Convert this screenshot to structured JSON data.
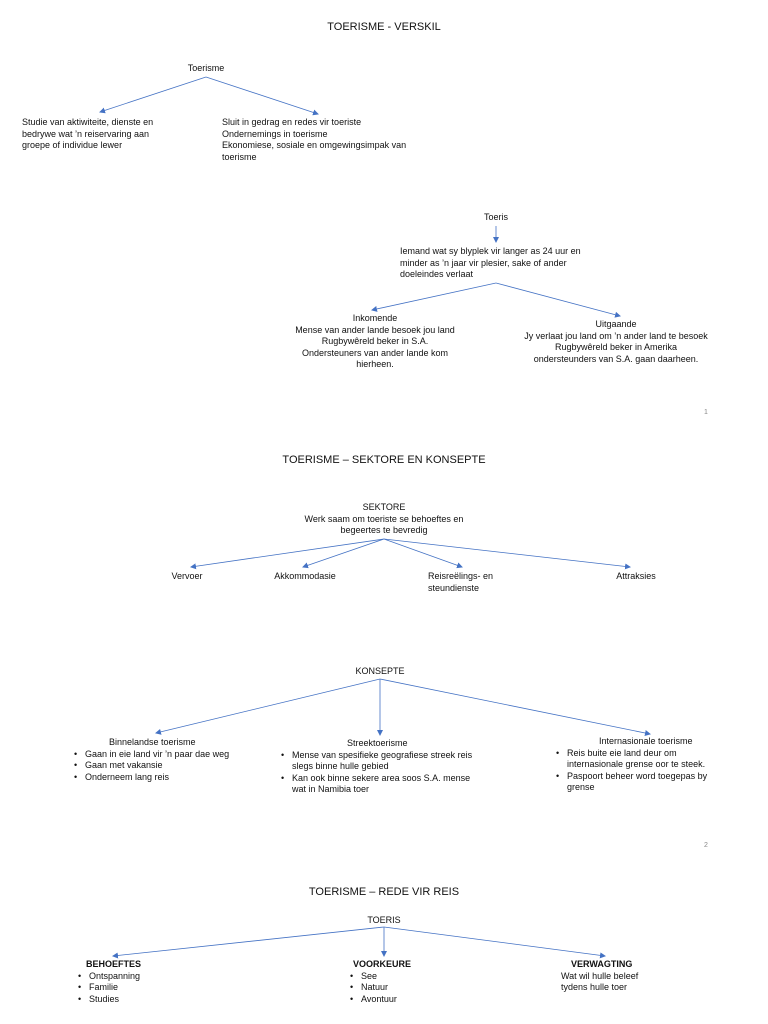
{
  "page1": {
    "title": "TOERISME - VERSKIL",
    "root": "Toerisme",
    "left_text": "Studie van aktiwiteite, dienste en bedrywe wat ’n reiservaring aan groepe of individue lewer",
    "right_lines": [
      "Sluit in gedrag en redes vir toeriste",
      "Ondernemings in toerisme",
      "Ekonomiese, sosiale en omgewingsimpak van toerisme"
    ],
    "toeris": "Toeris",
    "toeris_def": "Iemand wat sy blyplek vir langer as 24 uur en minder as ’n jaar vir plesier, sake of ander doeleindes verlaat",
    "inkomende": {
      "title": "Inkomende",
      "lines": [
        "Mense van ander lande besoek jou land",
        "Rugbywêreld beker in S.A.",
        "Ondersteuners van ander lande kom hierheen."
      ]
    },
    "uitgaande": {
      "title": "Uitgaande",
      "lines": [
        "Jy verlaat jou land om ’n ander land te besoek",
        "Rugbywêreld beker in Amerika",
        "ondersteunders van S.A. gaan daarheen."
      ]
    },
    "page_number": "1"
  },
  "page2": {
    "title": "TOERISME – SEKTORE EN KONSEPTE",
    "sektore": {
      "title": "SEKTORE",
      "desc": "Werk saam om toeriste se behoeftes en begeertes te bevredig",
      "items": [
        "Vervoer",
        "Akkommodasie",
        "Reisreëlings- en steundienste",
        "Attraksies"
      ]
    },
    "konsepte": {
      "title": "KONSEPTE",
      "binnelandse": {
        "title": "Binnelandse toerisme",
        "bullets": [
          "Gaan in eie land vir ’n paar dae weg",
          "Gaan met vakansie",
          "Onderneem lang reis"
        ]
      },
      "streek": {
        "title": "Streektoerisme",
        "bullets": [
          "Mense van spesifieke geografiese streek reis slegs binne hulle gebied",
          "Kan ook binne sekere area soos S.A. mense wat in Namibia toer"
        ]
      },
      "internasionale": {
        "title": "Internasionale toerisme",
        "bullets": [
          "Reis buite eie land deur om internasionale grense oor te steek.",
          "Paspoort beheer word toegepas by grense"
        ]
      }
    },
    "page_number": "2"
  },
  "page3": {
    "title": "TOERISME – REDE VIR REIS",
    "root": "TOERIS",
    "behoeftes": {
      "title": "BEHOEFTES",
      "bullets": [
        "Ontspanning",
        "Familie",
        "Studies"
      ]
    },
    "voorkeure": {
      "title": "VOORKEURE",
      "bullets": [
        "See",
        "Natuur",
        "Avontuur"
      ]
    },
    "verwagting": {
      "title": "VERWAGTING",
      "text": "Wat wil hulle beleef tydens hulle toer"
    }
  },
  "colors": {
    "connector": "#4472c4",
    "text": "#111111"
  }
}
